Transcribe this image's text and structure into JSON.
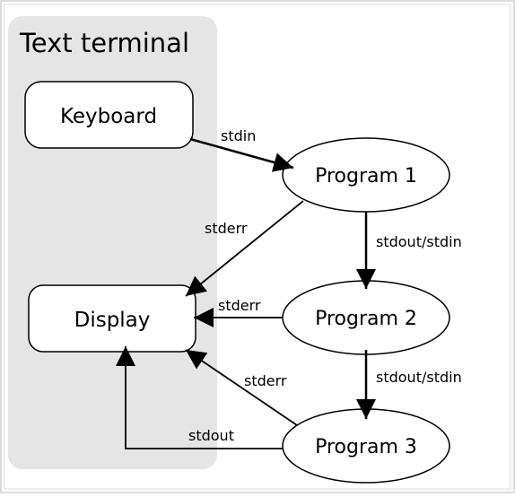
{
  "diagram": {
    "group_title": "Text terminal",
    "nodes": {
      "keyboard": "Keyboard",
      "display": "Display",
      "program1": "Program 1",
      "program2": "Program 2",
      "program3": "Program 3"
    },
    "edges": {
      "keyboard_to_p1": "stdin",
      "p1_to_display": "stderr",
      "p1_to_p2": "stdout/stdin",
      "p2_to_display": "stderr",
      "p2_to_p3": "stdout/stdin",
      "p3_to_display_err": "stderr",
      "p3_to_display_out": "stdout"
    },
    "colors": {
      "terminal_fill": "#e5e5e5",
      "frame_border": "#dcdcdc",
      "stroke": "#000000"
    }
  }
}
